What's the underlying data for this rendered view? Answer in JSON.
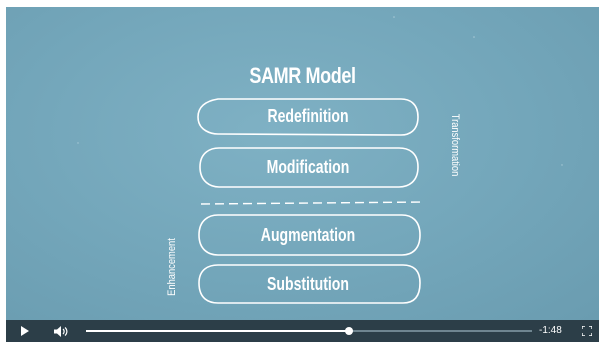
{
  "video": {
    "title": "SAMR Model",
    "layers": [
      {
        "label": "Redefinition"
      },
      {
        "label": "Modification"
      },
      {
        "label": "Augmentation"
      },
      {
        "label": "Substitution"
      }
    ],
    "side_labels": {
      "upper": "Transformation",
      "lower": "Enhancement"
    }
  },
  "controls": {
    "play_icon": "play-icon",
    "volume_icon": "volume-icon",
    "fullscreen_icon": "fullscreen-icon",
    "progress_fraction": 0.59,
    "time_remaining": "-1:48"
  },
  "colors": {
    "video_background": "#73a6ba",
    "control_bar": "#2c3e48",
    "chalk": "#ffffff"
  }
}
